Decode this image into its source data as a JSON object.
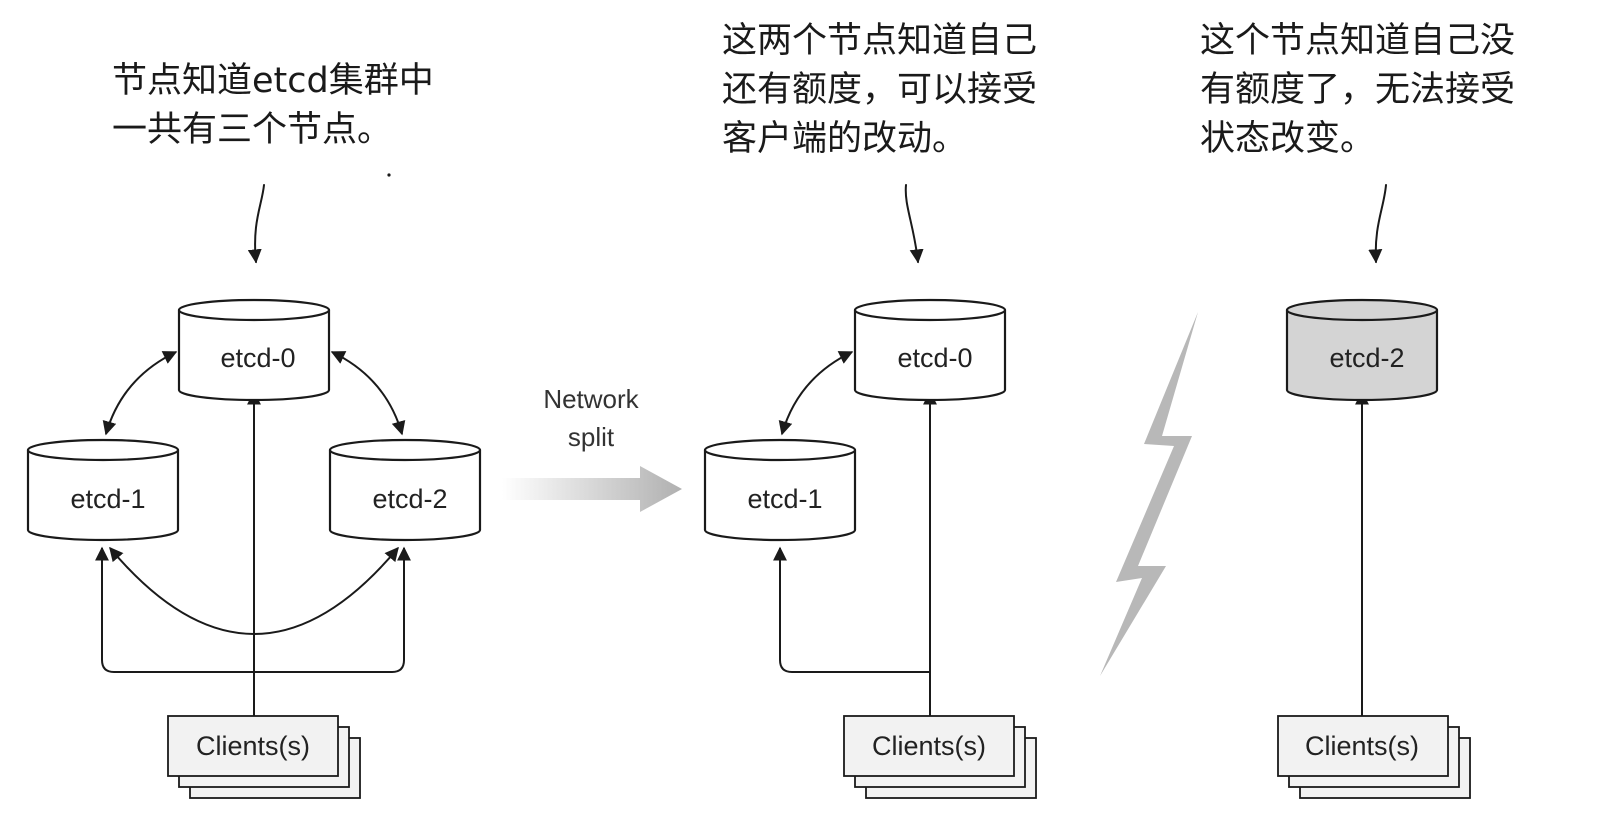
{
  "captions": {
    "left": [
      "节点知道etcd集群中",
      "一共有三个节点。"
    ],
    "middle": [
      "这两个节点知道自己",
      "还有额度，可以接受",
      "客户端的改动。"
    ],
    "right": [
      "这个节点知道自己没",
      "有额度了，无法接受",
      "状态改变。"
    ]
  },
  "network_split": [
    "Network",
    "split"
  ],
  "nodes": {
    "left_etcd0": "etcd-0",
    "left_etcd1": "etcd-1",
    "left_etcd2": "etcd-2",
    "middle_etcd0": "etcd-0",
    "middle_etcd1": "etcd-1",
    "right_etcd2": "etcd-2"
  },
  "clients": {
    "left": "Clients(s)",
    "middle": "Clients(s)",
    "right": "Clients(s)"
  },
  "colors": {
    "line": "#1a1a1a",
    "node_fill": "#ffffff",
    "no_quorum_node_fill": "#d4d4d4",
    "client_fill": "#f2f2f2",
    "bolt_fill": "#b8b8b8",
    "split_arrow_start": "#ffffff",
    "split_arrow_end": "#b0b0b0"
  }
}
